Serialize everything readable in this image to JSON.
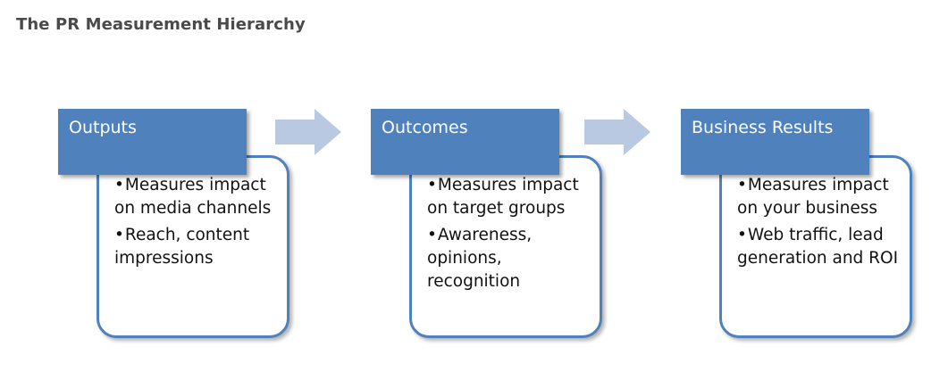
{
  "title": "The PR Measurement Hierarchy",
  "stages": [
    {
      "header": "Outputs",
      "bullets": [
        "Measures impact on media channels",
        "Reach, content impressions"
      ]
    },
    {
      "header": "Outcomes",
      "bullets": [
        "Measures impact on target groups",
        "Awareness, opinions, recognition"
      ]
    },
    {
      "header": "Business Results",
      "bullets": [
        "Measures impact on your business",
        "Web traffic, lead generation and ROI"
      ]
    }
  ],
  "bullet_char": "•",
  "colors": {
    "header_fill": "#4f81bd",
    "body_border": "#4f81bd",
    "arrow_fill": "#b8c9e1",
    "title_text": "#4a4a4a"
  }
}
